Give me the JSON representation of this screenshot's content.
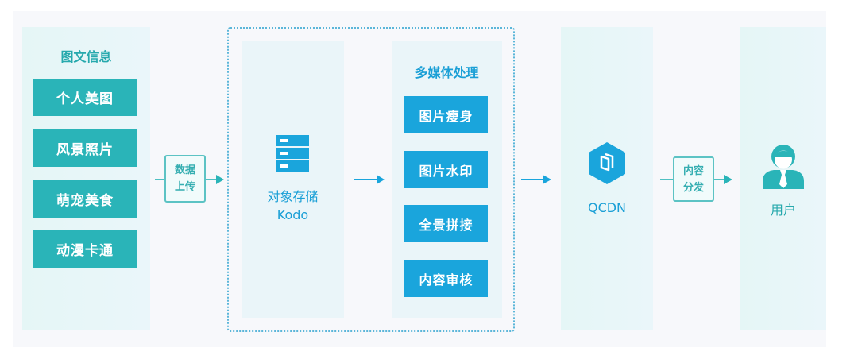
{
  "diagram": {
    "source": {
      "title": "图文信息",
      "items": [
        "个人美图",
        "风景照片",
        "萌宠美食",
        "动漫卡通"
      ]
    },
    "upload_label": [
      "数据",
      "上传"
    ],
    "storage": {
      "label_line1": "对象存储",
      "label_line2": "Kodo",
      "icon": "server-stack-icon"
    },
    "media": {
      "title": "多媒体处理",
      "items": [
        "图片瘦身",
        "图片水印",
        "全景拼接",
        "内容审核"
      ]
    },
    "cdn": {
      "label": "QCDN",
      "icon": "qcdn-hexagon-icon"
    },
    "distribute_label": [
      "内容",
      "分发"
    ],
    "user": {
      "label": "用户",
      "icon": "user-icon"
    },
    "colors": {
      "teal": "#2ab4b8",
      "blue": "#1aa5dc",
      "column_bg": "#e8f7f8",
      "panel_bg": "#f7f8fb"
    }
  }
}
